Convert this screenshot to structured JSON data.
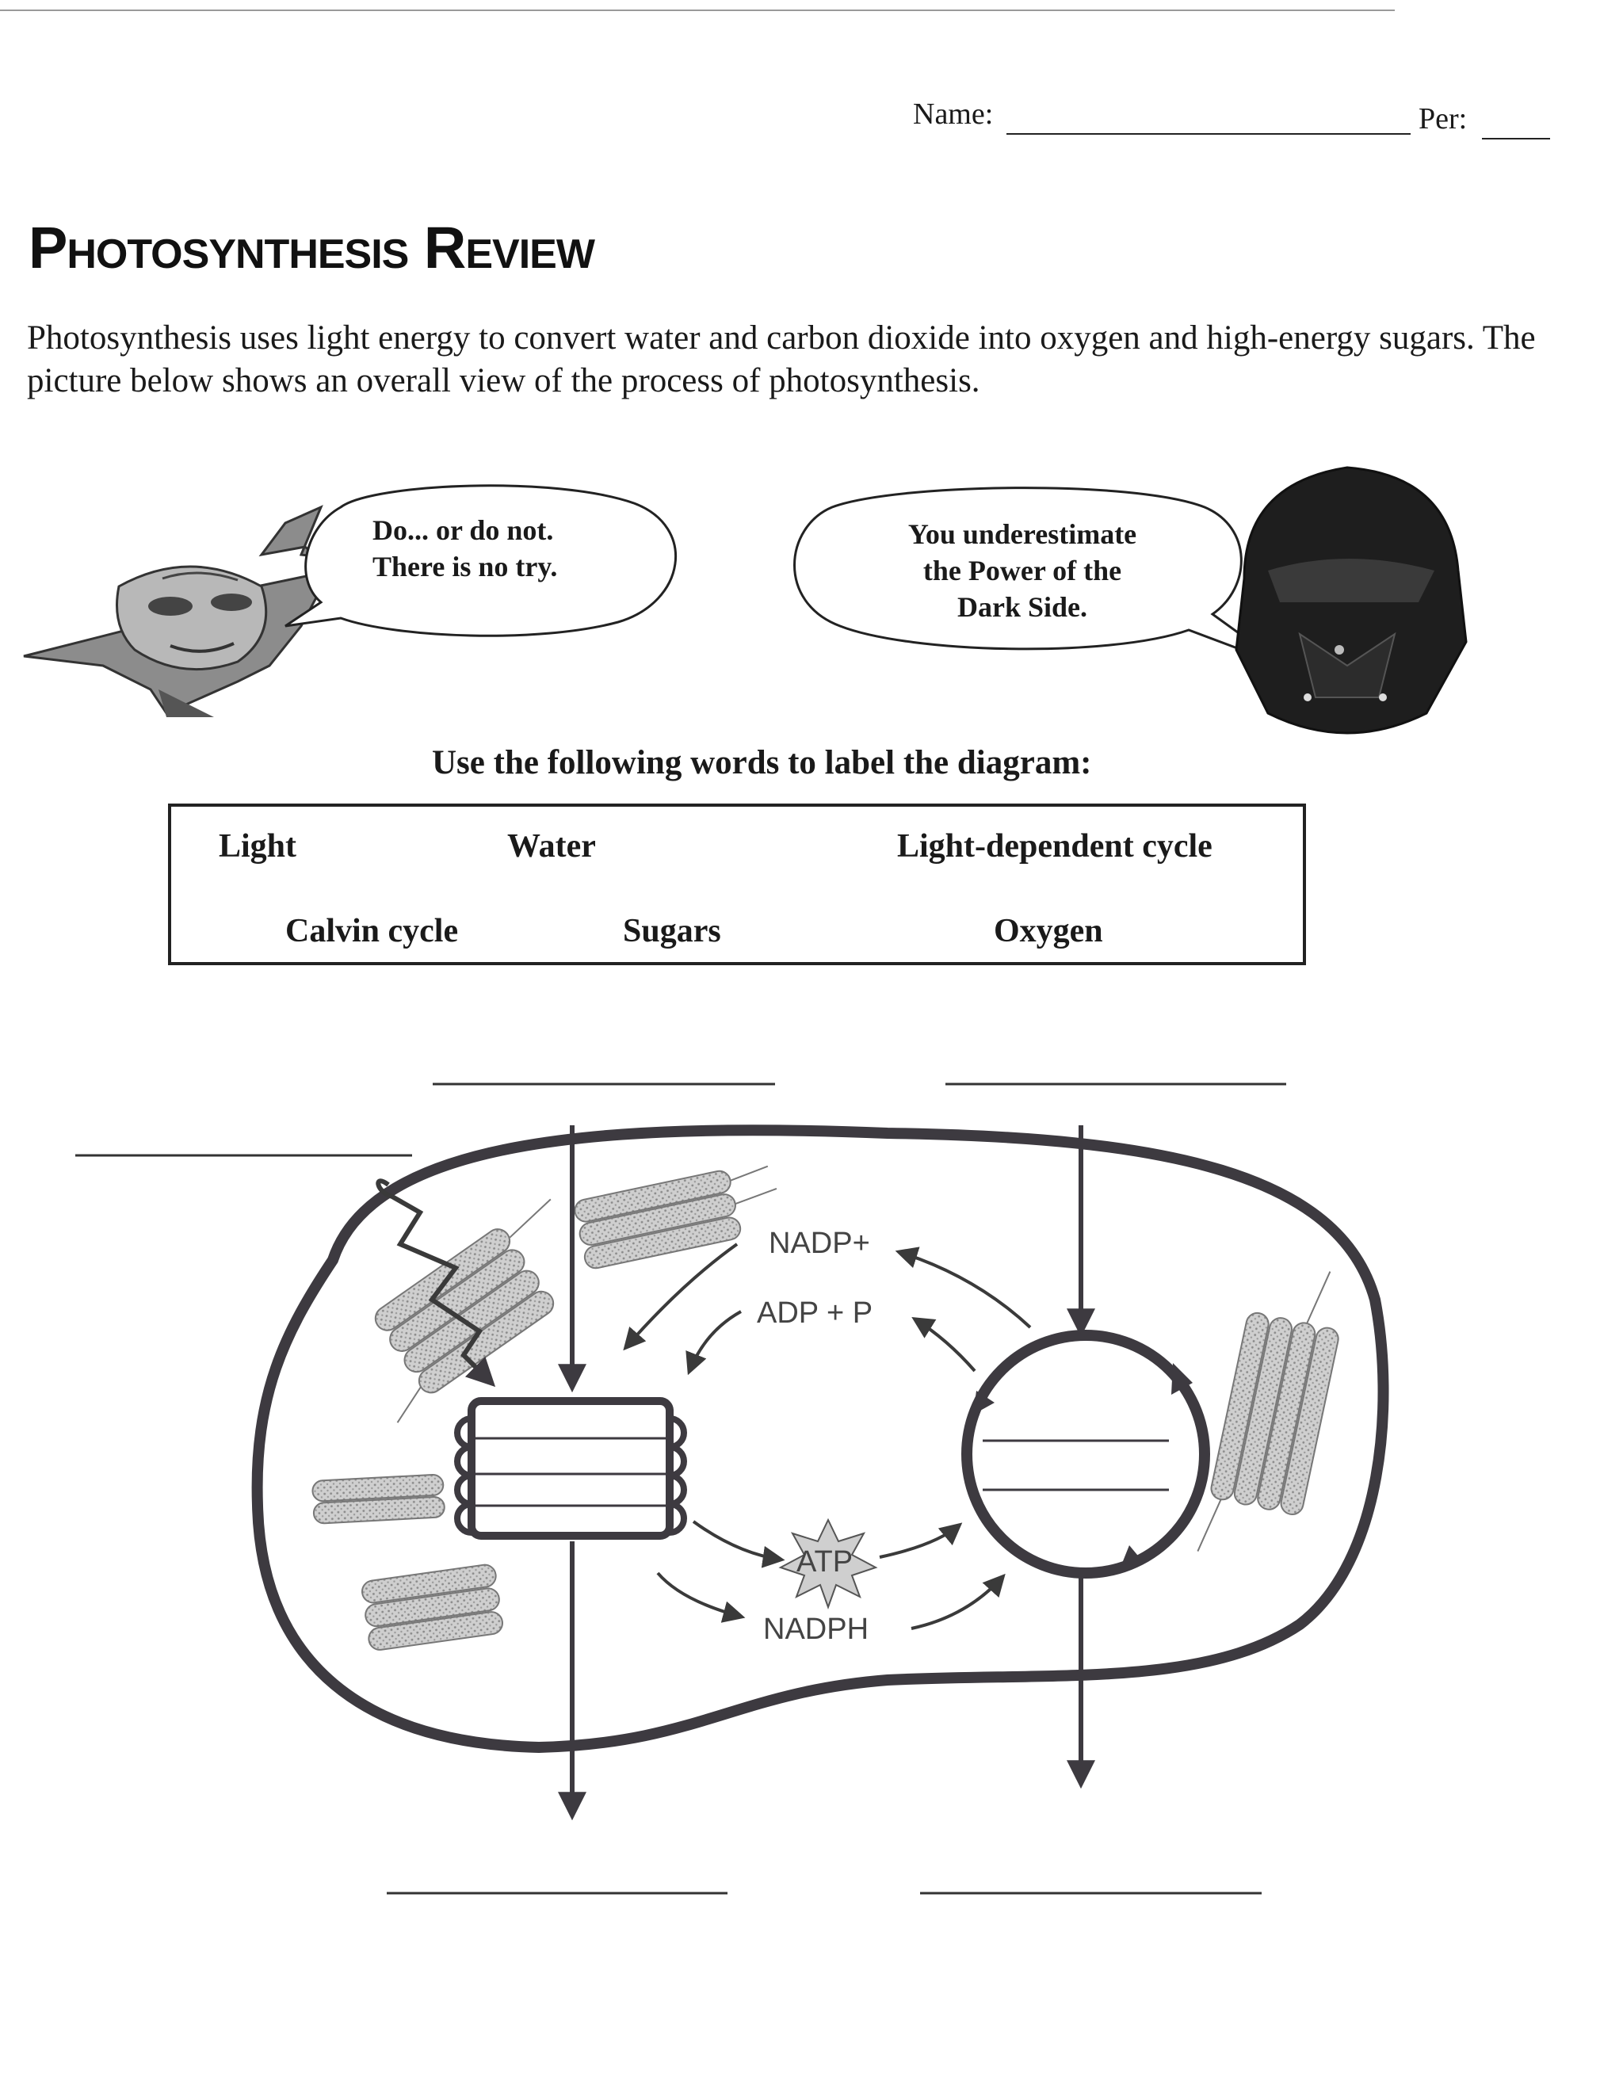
{
  "header": {
    "name_label": "Name:",
    "period_label": "Per:"
  },
  "title": "Photosynthesis Review",
  "intro": "Photosynthesis uses light energy to convert water and carbon dioxide into oxygen and high-energy sugars.  The picture below shows an overall view of the process of photosynthesis.",
  "yoda": {
    "quote_line1": "Do... or do not.",
    "quote_line2": "There is no try."
  },
  "vader": {
    "quote_line1": "You underestimate",
    "quote_line2": "the Power of the",
    "quote_line3": "Dark Side."
  },
  "word_bank": {
    "heading": "Use the following words to label the diagram:",
    "words": [
      "Light",
      "Water",
      "Light-dependent cycle",
      "Calvin cycle",
      "Sugars",
      "Oxygen"
    ]
  },
  "diagram": {
    "labels": {
      "nadp": "NADP+",
      "adp": "ADP + P",
      "atp": "ATP",
      "nadph": "NADPH"
    }
  }
}
